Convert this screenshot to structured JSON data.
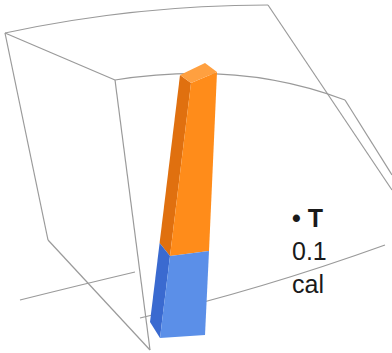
{
  "diagram": {
    "labels": [
      "• T",
      "0.1",
      "cal"
    ]
  }
}
